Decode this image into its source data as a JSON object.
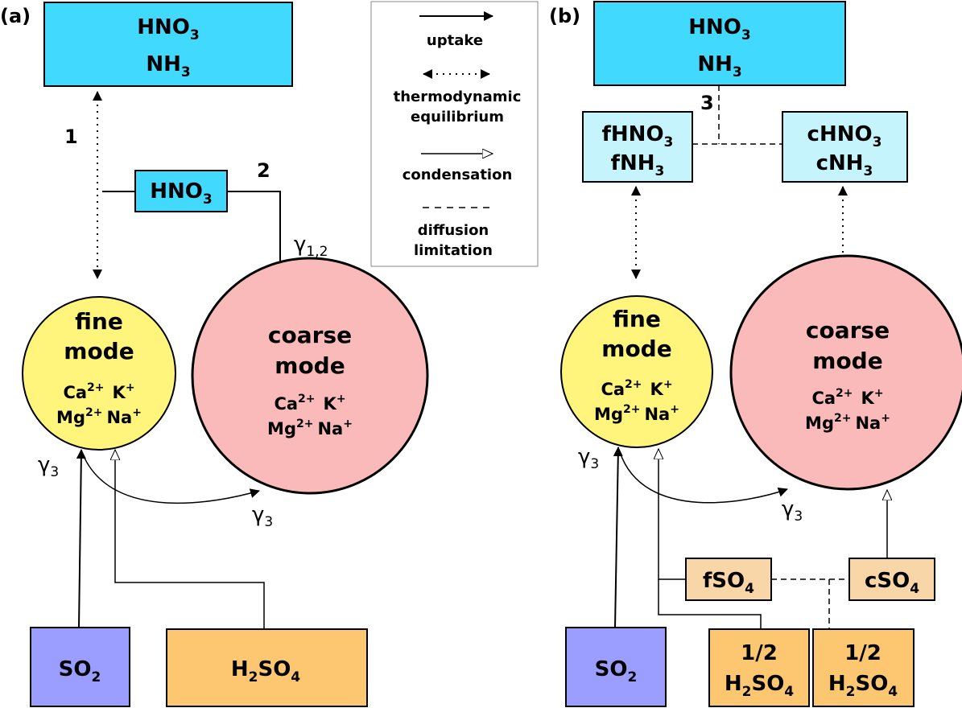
{
  "panel_a": {
    "label": "(a)",
    "gas_box": {
      "line1": "HNO",
      "line1_sub": "3",
      "line2": "NH",
      "line2_sub": "3"
    },
    "pathway_1": "1",
    "pathway_2": "2",
    "hno3_box": {
      "text": "HNO",
      "sub": "3"
    },
    "gamma_12": {
      "symbol": "γ",
      "sub": "1,2"
    },
    "gamma_3_left": {
      "symbol": "γ",
      "sub": "3"
    },
    "gamma_3_bottom": {
      "symbol": "γ",
      "sub": "3"
    },
    "fine_mode": {
      "line1": "fine",
      "line2": "mode",
      "ion1": "Ca",
      "ion1_sup": "2+",
      "ion2": "K",
      "ion2_sup": "+",
      "ion3": "Mg",
      "ion3_sup": "2+",
      "ion4": "Na",
      "ion4_sup": "+"
    },
    "coarse_mode": {
      "line1": "coarse",
      "line2": "mode",
      "ion1": "Ca",
      "ion1_sup": "2+",
      "ion2": "K",
      "ion2_sup": "+",
      "ion3": "Mg",
      "ion3_sup": "2+",
      "ion4": "Na",
      "ion4_sup": "+"
    },
    "so2_box": {
      "text": "SO",
      "sub": "2"
    },
    "h2so4_box": {
      "t1": "H",
      "s1": "2",
      "t2": "SO",
      "s2": "4"
    }
  },
  "legend": {
    "uptake": "uptake",
    "thermo_line1": "thermodynamic",
    "thermo_line2": "equilibrium",
    "condensation": "condensation",
    "diffusion_line1": "diffusion",
    "diffusion_line2": "limitation"
  },
  "panel_b": {
    "label": "(b)",
    "gas_box": {
      "line1": "HNO",
      "line1_sub": "3",
      "line2": "NH",
      "line2_sub": "3"
    },
    "pathway_3": "3",
    "f_box": {
      "line1": "fHNO",
      "line1_sub": "3",
      "line2": "fNH",
      "line2_sub": "3"
    },
    "c_box": {
      "line1": "cHNO",
      "line1_sub": "3",
      "line2": "cNH",
      "line2_sub": "3"
    },
    "gamma_3_left": {
      "symbol": "γ",
      "sub": "3"
    },
    "gamma_3_bottom": {
      "symbol": "γ",
      "sub": "3"
    },
    "fine_mode": {
      "line1": "fine",
      "line2": "mode",
      "ion1": "Ca",
      "ion1_sup": "2+",
      "ion2": "K",
      "ion2_sup": "+",
      "ion3": "Mg",
      "ion3_sup": "2+",
      "ion4": "Na",
      "ion4_sup": "+"
    },
    "coarse_mode": {
      "line1": "coarse",
      "line2": "mode",
      "ion1": "Ca",
      "ion1_sup": "2+",
      "ion2": "K",
      "ion2_sup": "+",
      "ion3": "Mg",
      "ion3_sup": "2+",
      "ion4": "Na",
      "ion4_sup": "+"
    },
    "fso4_box": {
      "text": "fSO",
      "sub": "4"
    },
    "cso4_box": {
      "text": "cSO",
      "sub": "4"
    },
    "so2_box": {
      "text": "SO",
      "sub": "2"
    },
    "h2so4_half_f": {
      "line1": "1/2",
      "t1": "H",
      "s1": "2",
      "t2": "SO",
      "s2": "4"
    },
    "h2so4_half_c": {
      "line1": "1/2",
      "t1": "H",
      "s1": "2",
      "t2": "SO",
      "s2": "4"
    }
  },
  "colors": {
    "gas_box": "#42d9ff",
    "gas_box_light": "#c5f4fc",
    "fine_mode": "#fff47c",
    "coarse_mode": "#fbbaba",
    "so2": "#9b9dff",
    "h2so4": "#fdc670",
    "so4_light": "#f8d6a8"
  }
}
